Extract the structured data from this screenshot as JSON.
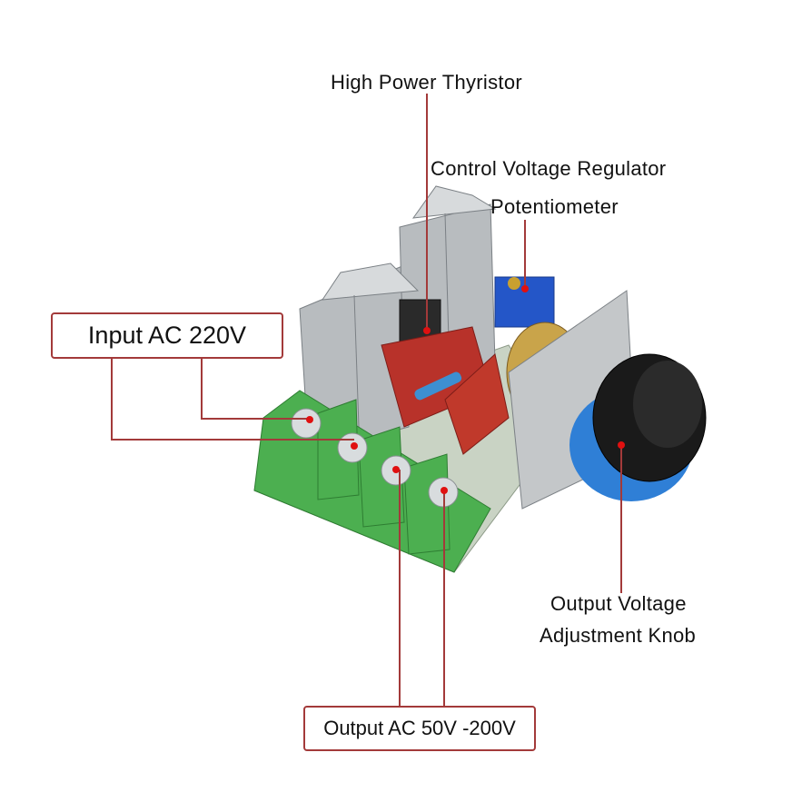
{
  "labels": {
    "thyristor": "High Power Thyristor",
    "regulator_line1": "Control Voltage Regulator",
    "regulator_line2": "Potentiometer",
    "knob_line1": "Output Voltage",
    "knob_line2": "Adjustment Knob",
    "input": "Input AC 220V",
    "output": "Output AC 50V -200V"
  },
  "colors": {
    "leader_line": "#a33a3a",
    "pointer_dot": "#e01010",
    "terminal_block": "#4caf50",
    "capacitor": "#c0392b",
    "trimmer": "#2456c8",
    "knob": "#1a1a1a",
    "knob_ring": "#2f7fd6",
    "heatsink": "#b8bcbf"
  }
}
